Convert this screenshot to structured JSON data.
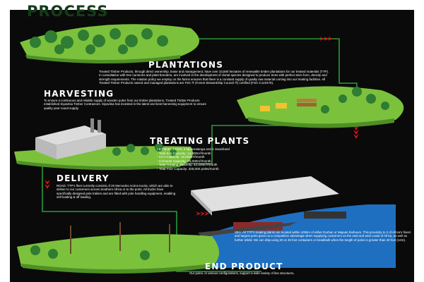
{
  "title": "PROCESS",
  "colors": {
    "background": "#0a0a0a",
    "panel": "#ffffff",
    "arrow_red": "#d9141c",
    "connector_green": "#2b9a3a",
    "grass": "#7cc13c",
    "heading_green": "#1f5f2a",
    "text": "#ffffff"
  },
  "sections": {
    "plantations": {
      "heading": "PLANTATIONS",
      "text": "Treated Timber Products, through direct ownership, lease and management, have over 23,500 hectares of renewable timber plantations for our treated materials (TTP). In consultation with tree nurseries and plant breeders, are involved in the development of clonal species designed to produce trees with perfect stem form, density and strength requirements. The rotation policy we employ on the farms ensures that there is a constant supply of quality raw material coming into our treating facilities. All Treated Timber Products owned and managed plantations are FSC ® (Forest Stewardship Council ®) certified (FSC-C122470)."
    },
    "harvesting": {
      "heading": "HARVESTING",
      "text": "To ensure a continuous and reliable supply of wooden poles from our timber plantations, Treated Timber Products established Siyavitsa Timber Contractors. Siyavitsa has invested in the latest and best harvesting equipment to ensure quality year round supply."
    },
    "treating_plants": {
      "heading": "TREATING PLANTS",
      "items": [
        "• 6 Plants: 3 KZN, 2 Mpumalanga and 1 Swaziland",
        "- Total Kiln Capacity: 14,000m³/month",
        "- CCA Capacity: 16,000m³/month",
        "- Creosote Capacity: 26,000m³/month",
        "- Total Treating Capacity: 42,000m³/month",
        "- Total Pole Capacity: 325,000 poles/month"
      ]
    },
    "delivery": {
      "heading": "DELIVERY",
      "road_text": "ROAD: TTP's fleet currently consists of 20 Mercedes Actros trucks, which are able to deliver to our customers across Southern Africa or to the ports. All trucks have specifically designed pole trailers and are fitted with pole handling equipment, enabling self loading & off loading.",
      "sea_text": "SEA: All TTP's treating plants are located within 100km of either Durban or Maputo harbours. This proximity to 2 of Africa's finest and largest ports gives us a competitive advantage when supplying customers on the east and west coast of Africa, as well as further afield. We can ship using 20 or 40 foot containers or breakbulk when the length of poles is greater than 40 foot (12m)."
    },
    "end_product": {
      "heading": "END PRODUCT",
      "text": "Our poles, in various configurations, support a wide variety of line structures."
    }
  }
}
